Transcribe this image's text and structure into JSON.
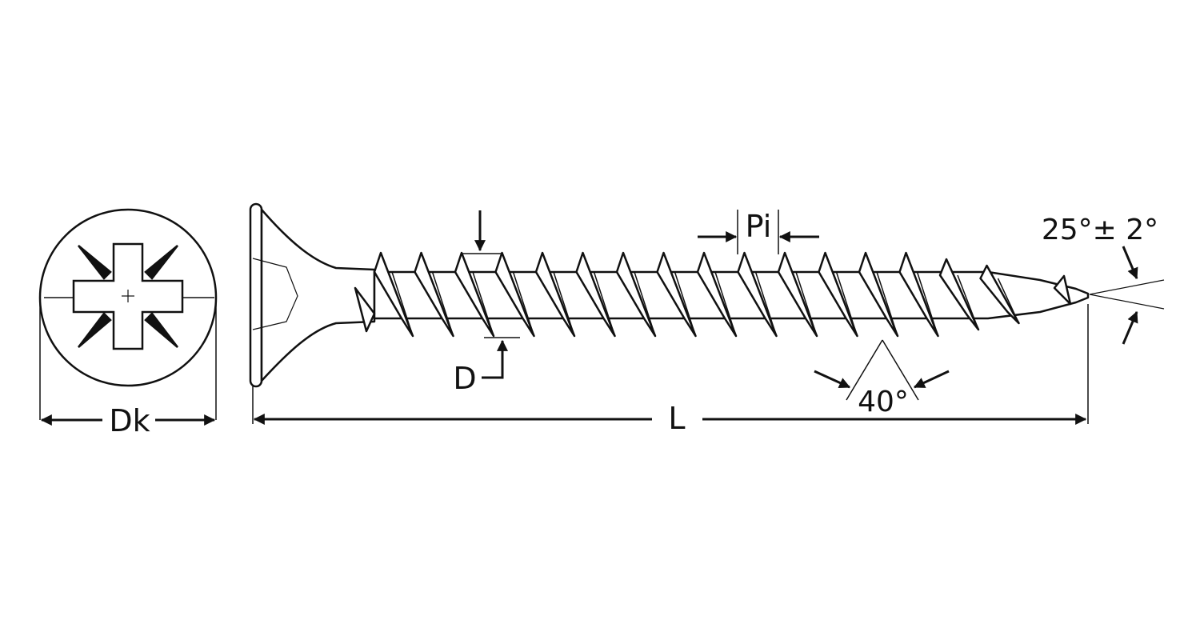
{
  "labels": {
    "head_diameter": "Dk",
    "thread_diameter": "D",
    "pitch": "Pi",
    "length": "L",
    "thread_angle": "40°",
    "point_angle": "25°± 2°"
  },
  "colors": {
    "stroke": "#111111",
    "background": "#ffffff"
  }
}
